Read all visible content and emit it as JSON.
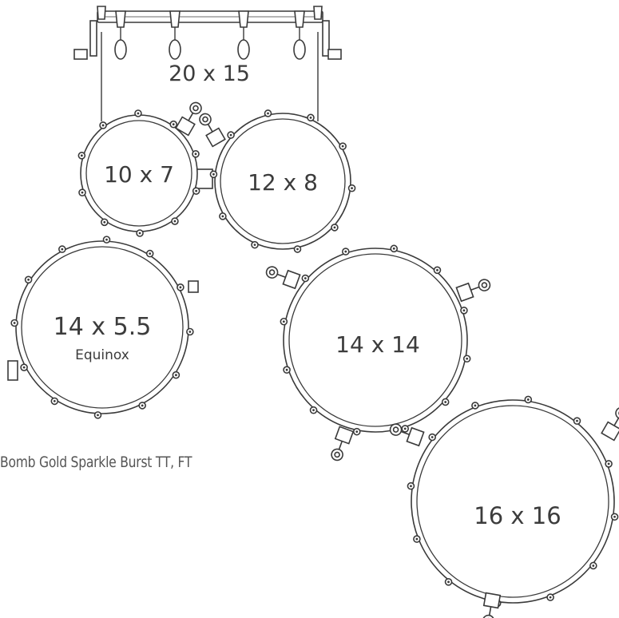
{
  "colors": {
    "line": "#3a3a3a",
    "text": "#3c3c3c",
    "caption": "#555555",
    "fill": "#ffffff"
  },
  "drums": [
    {
      "id": "bass-drum",
      "name": "20 x 15"
    },
    {
      "id": "tom-10",
      "name": "10 x 7"
    },
    {
      "id": "tom-12",
      "name": "12 x 8"
    },
    {
      "id": "snare-14",
      "name": "14 x 5.5",
      "sublabel": "Equinox"
    },
    {
      "id": "floor-tom-14",
      "name": "14 x 14"
    },
    {
      "id": "floor-tom-16",
      "name": "16 x 16"
    }
  ],
  "caption": "Bomb Gold Sparkle Burst TT, FT"
}
